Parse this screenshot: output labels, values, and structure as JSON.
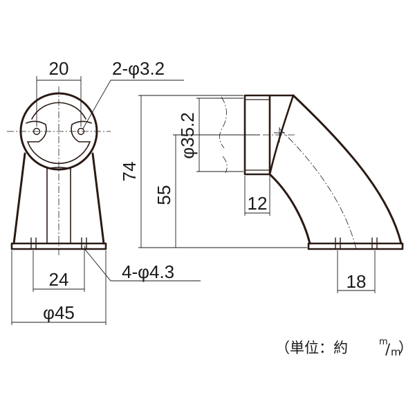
{
  "drawing": {
    "line_color": "#2a1a14",
    "dim_color": "#1a1a1a"
  },
  "front_view": {
    "hole_pitch": "20",
    "small_holes": "2-φ3.2",
    "base_hole_pitch": "24",
    "base_holes": "4-φ4.3",
    "base_width": "φ45"
  },
  "side_view": {
    "height": "74",
    "center_height": "55",
    "pipe_diameter": "φ35.2",
    "socket_depth": "12",
    "base_hole_pitch": "18"
  },
  "unit_note": {
    "prefix": "（単位：約",
    "m_top": "m",
    "slash": "/",
    "m_bottom": "m",
    "suffix": "）"
  }
}
